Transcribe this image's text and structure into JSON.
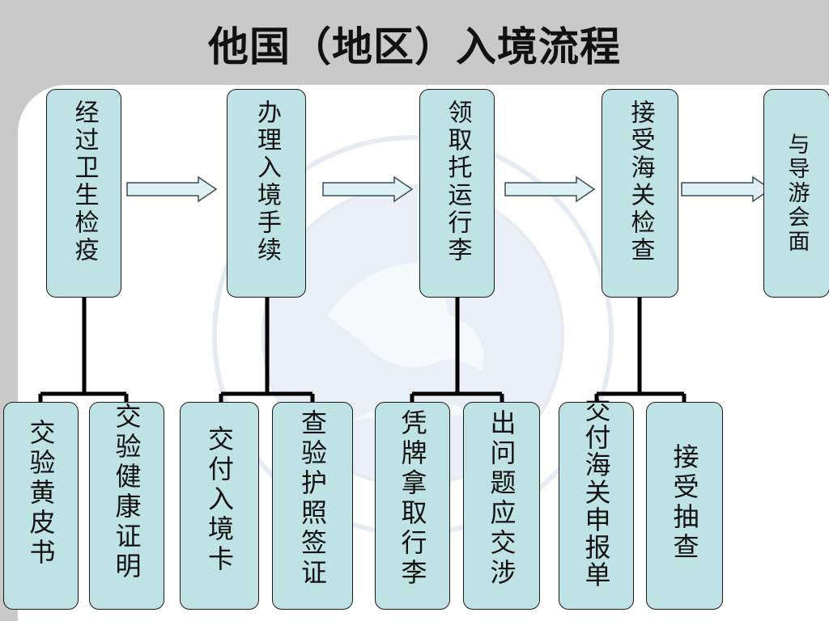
{
  "title": "他国（地区）入境流程",
  "steps": [
    {
      "label": "经过卫生检疫",
      "subs": [
        "交验黄皮书",
        "交验健康证明"
      ]
    },
    {
      "label": "办理入境手续",
      "subs": [
        "交付入境卡",
        "查验护照签证"
      ]
    },
    {
      "label": "领取托运行李",
      "subs": [
        "凭牌拿取行李",
        "出问题应交涉"
      ]
    },
    {
      "label": "接受海关检查",
      "subs": [
        "交付海关申报单",
        "接受抽查"
      ]
    },
    {
      "label": "与导游会面",
      "subs": []
    }
  ]
}
